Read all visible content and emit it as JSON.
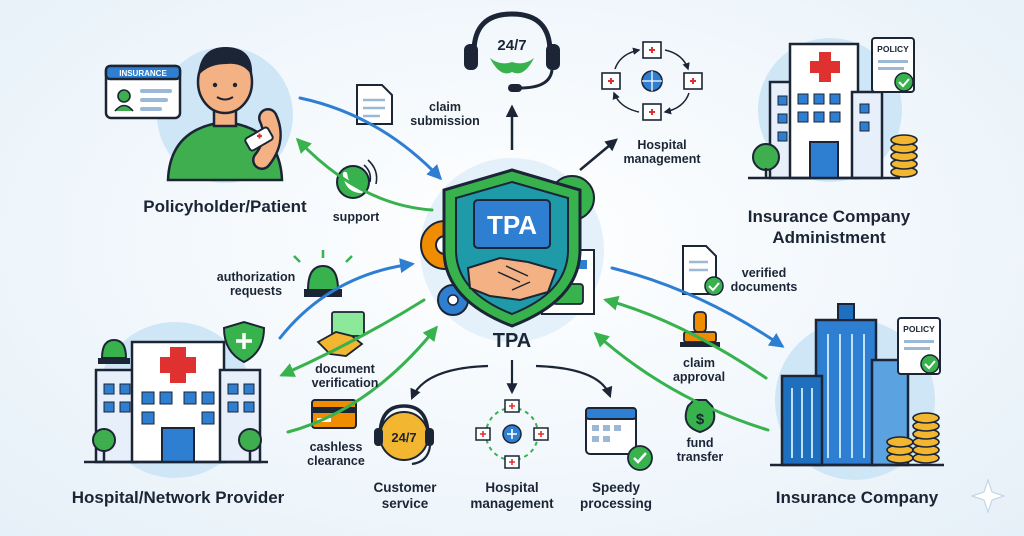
{
  "nodes": {
    "top_left": "Policyholder/Patient",
    "top_right": [
      "Insurance Company",
      "Administment"
    ],
    "bottom_left": "Hospital/Network Provider",
    "bottom_right": "Insurance Company"
  },
  "center": {
    "badge": "TPA",
    "label": "TPA"
  },
  "icons_text": {
    "insurance_card": "INSURANCE",
    "policy_top": "POLICY",
    "policy_bottom": "POLICY",
    "headset_24": "24/7",
    "headset_24_small": "24/7"
  },
  "flows": {
    "claim_submission": [
      "claim",
      "submission"
    ],
    "support": "support",
    "hospital_management_top": [
      "Hospital",
      "management"
    ],
    "authorization_requests": [
      "authorization",
      "requests"
    ],
    "document_verification": [
      "document",
      "verification"
    ],
    "cashless_clearance": [
      "cashless",
      "clearance"
    ],
    "verified_documents": [
      "verified",
      "documents"
    ],
    "claim_approval": [
      "claim",
      "approval"
    ],
    "fund_transfer": [
      "fund",
      "transfer"
    ]
  },
  "services": {
    "customer_service": [
      "Customer",
      "service"
    ],
    "hospital_management": [
      "Hospital",
      "management"
    ],
    "speedy_processing": [
      "Speedy",
      "processing"
    ]
  },
  "colors": {
    "blue": "#2e7fd1",
    "green": "#37b24d",
    "navy": "#1b2535",
    "teal": "#1f9aa8"
  }
}
